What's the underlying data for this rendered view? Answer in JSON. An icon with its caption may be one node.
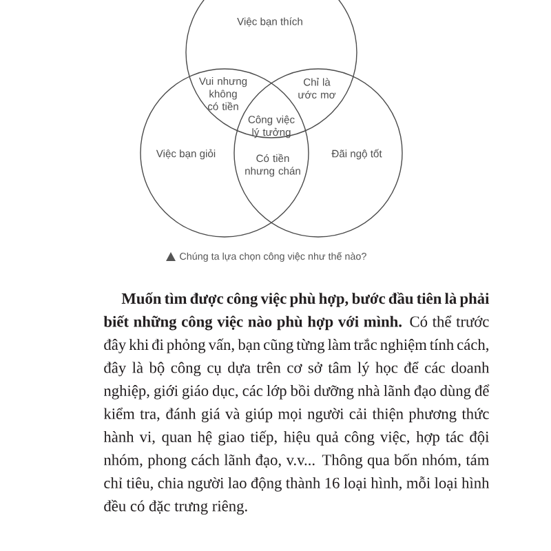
{
  "diagram": {
    "caption": "Chúng ta lựa chọn công việc như thế nào?",
    "nodes": [
      {
        "text": [
          "Việc bạn thích"
        ]
      },
      {
        "text": [
          "Việc bạn giỏi"
        ]
      },
      {
        "text": [
          "Đãi ngộ tốt"
        ]
      }
    ],
    "labels": [
      "Vui nhưng không có tiền",
      "Chỉ là ước mơ",
      "Công việc lý tưởng",
      "Có tiền nhưng chán",
      "**Muốn tìm được công việc phù hợp, bước đầu tiên là phải biết những công việc nào phù hợp với mình.** Có thể trước đây khi đi phỏng vấn, bạn cũng từng làm trắc nghiệm tính cách, đây là bộ công cụ dựa trên cơ sở tâm lý học để các doanh nghiệp, giới giáo dục, các lớp bồi dưỡng nhà lãnh đạo dùng để kiểm tra, đánh giá và giúp mọi người cải thiện phương thức hành vi, quan hệ giao tiếp, hiệu quả công việc, hợp tác đội nhóm, phong cách lãnh đạo, v.v... Thông qua bốn nhóm, tám chỉ tiêu, chia người lao động thành 16 loại hình, mỗi loại hình đều có đặc trưng riêng."
    ]
  }
}
